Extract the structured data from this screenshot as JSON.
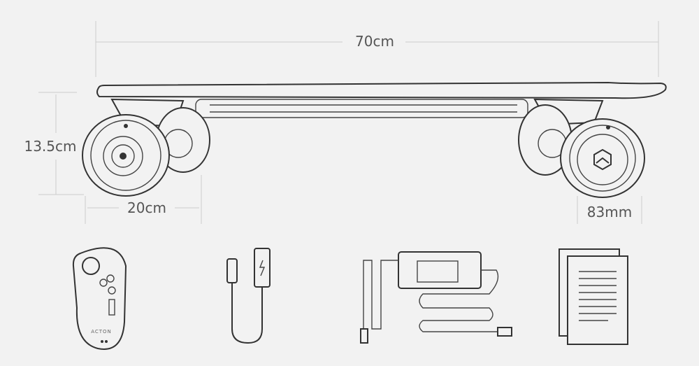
{
  "dimensions": {
    "length": "70cm",
    "height": "13.5cm",
    "truck_width": "20cm",
    "wheel_diameter": "83mm"
  },
  "brand_mark": "ACTON",
  "accessories": [
    "remote-control",
    "usb-cable",
    "charger",
    "manual"
  ],
  "colors": {
    "background": "#f2f2f2",
    "line": "#333333",
    "text": "#555555"
  }
}
